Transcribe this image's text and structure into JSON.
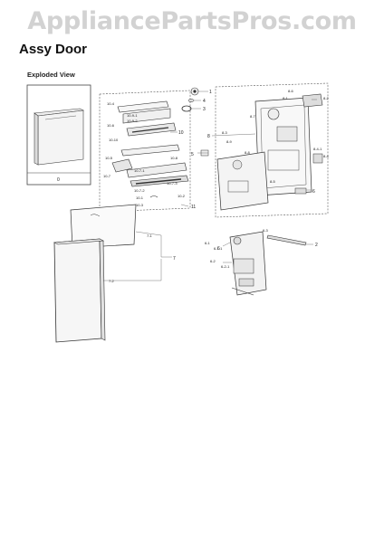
{
  "watermark": "AppliancePartsPros.com",
  "title": "Assy Door",
  "subtitle": "Exploded View",
  "inset_caption": "0",
  "callouts": {
    "c1": "1",
    "c2": "2",
    "c3": "3",
    "c4": "4",
    "c5": "5",
    "c6": "6",
    "c7": "7",
    "c8": "8",
    "c8_1": "8-1",
    "c8_2": "8-2",
    "c8_3": "8-3",
    "c8_4": "8-4",
    "c8_5": "8-5",
    "c8_6": "8-6",
    "c8_7": "8-7",
    "c8_8": "8-8",
    "c8_9": "8-9",
    "c6_1": "6-1",
    "c6_2": "6-2",
    "c6_3": "6-3",
    "c7_1": "7-1",
    "c7_2": "7-2",
    "c10": "10",
    "c10_1": "10-1",
    "c10_2": "10-2",
    "c10_3": "10-3",
    "c10_4": "10-4",
    "c10_5": "10-5",
    "c10_6": "10-6",
    "c10_7": "10-7",
    "c10_8": "10-8",
    "c10_9": "10-9",
    "c10_10": "10-10",
    "c10_7_1": "10-7-1",
    "c10_7_2": "10-7-2",
    "c10_7_3": "10-7-3",
    "c10_9_1": "10-9-1",
    "c10_9_2": "10-9-2",
    "c11": "11",
    "c8_4_1": "8-4-1",
    "c6_1_1": "6-1-1",
    "c6_2_1": "6-2-1"
  }
}
